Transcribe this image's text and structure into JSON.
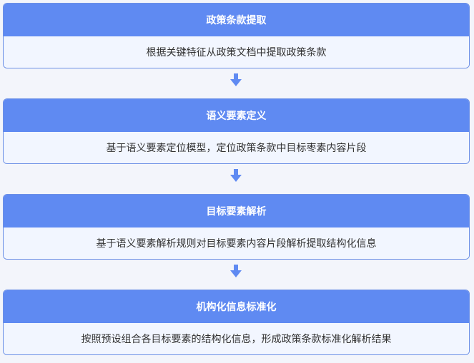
{
  "steps": [
    {
      "title": "政策条款提取",
      "description": "根据关键特征从政策文档中提取政策条款"
    },
    {
      "title": "语义要素定义",
      "description": "基于语义要素定位模型，定位政策条款中目标枣素内容片段"
    },
    {
      "title": "目标要素解析",
      "description": "基于语义要素解析规则对目标要素内容片段解析提取结构化信息"
    },
    {
      "title": "机构化信息标准化",
      "description": "按照预设组合各目标要素的结构化信息，形成政策条款标准化解析结果"
    }
  ],
  "colors": {
    "header": "#5f8af2",
    "border": "#6b8fe6",
    "body": "#f2f6ff",
    "arrow": "#5f8af2",
    "background": "#f3f5fb"
  }
}
